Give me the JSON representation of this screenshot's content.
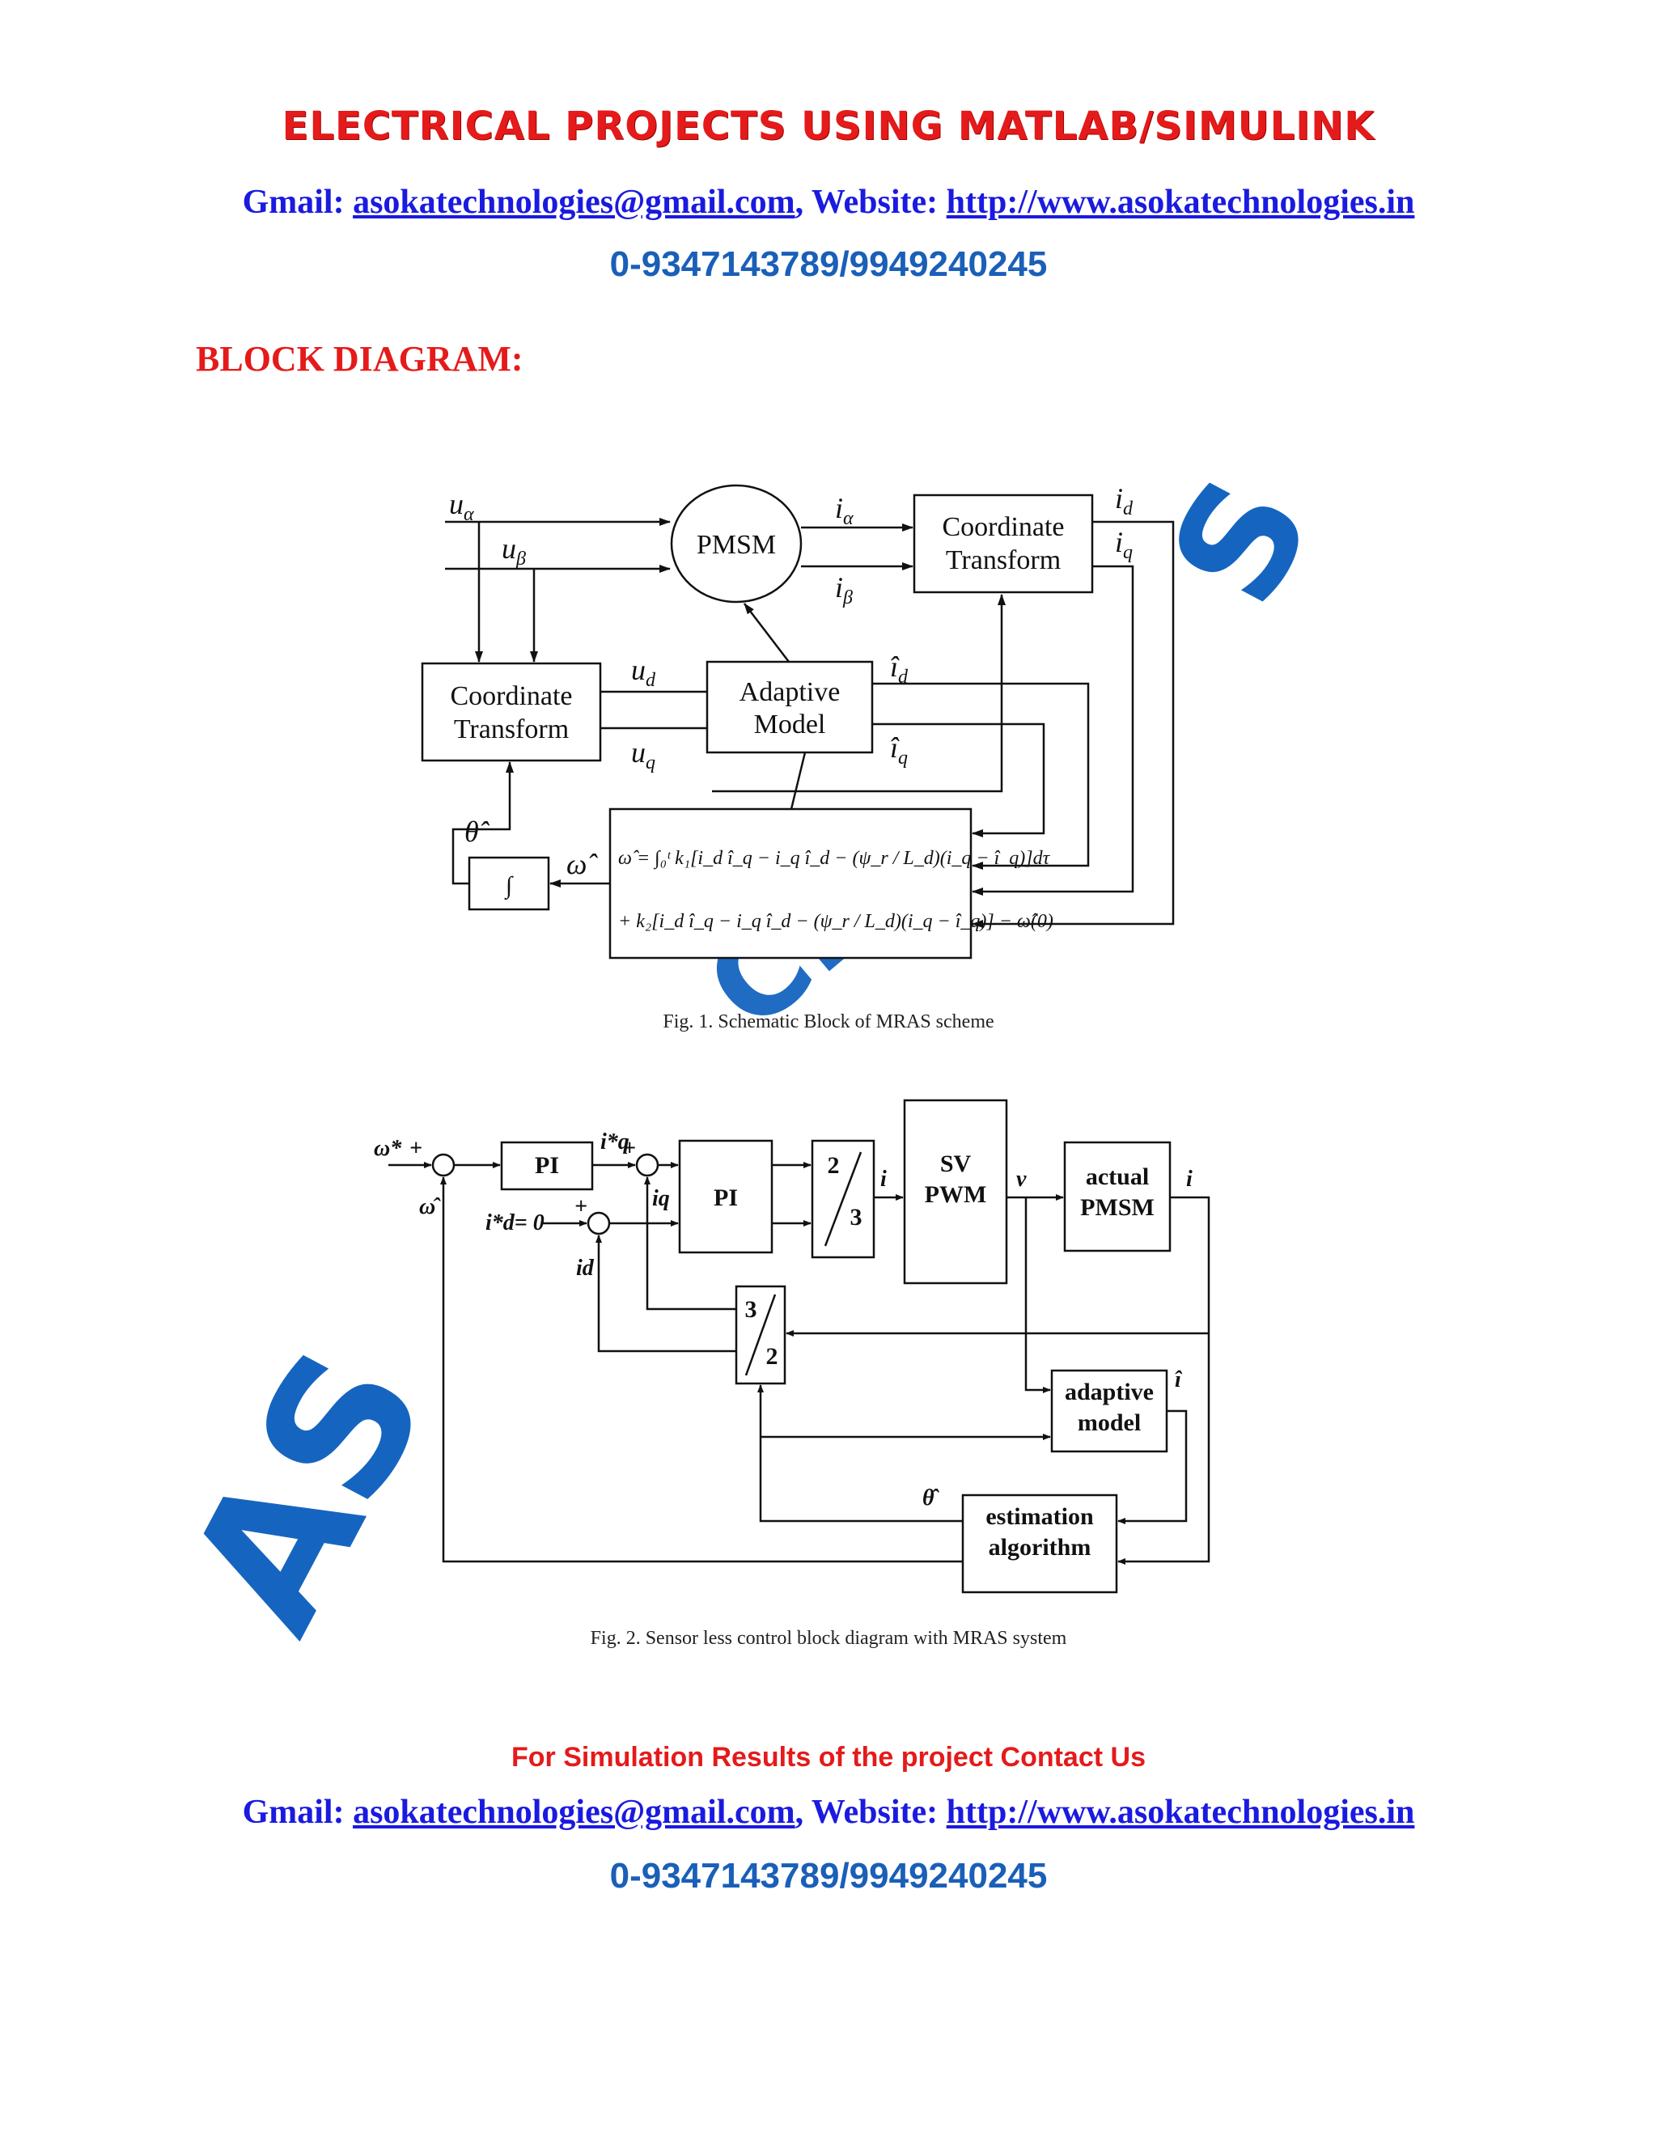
{
  "header": {
    "banner": "ELECTRICAL PROJECTS USING MATLAB/SIMULINK",
    "gmail_label": "Gmail:",
    "gmail": "asokatechnologies@gmail.com",
    "separator": ",",
    "website_label": "Website:",
    "website": "http://www.asokatechnologies.in",
    "phone": "0-9347143789/9949240245"
  },
  "section_heading": "BLOCK DIAGRAM:",
  "figure1": {
    "caption": "Fig. 1. Schematic Block of MRAS scheme",
    "blocks": {
      "pmsm": "PMSM",
      "coord_top_1": "Coordinate",
      "coord_top_2": "Transform",
      "coord_left_1": "Coordinate",
      "coord_left_2": "Transform",
      "adaptive_1": "Adaptive",
      "adaptive_2": "Model",
      "integrator": "∫"
    },
    "equation_line1": "ω̂ = ∫₀ᵗ k₁[i_d î_q − i_q î_d − (ψ_r / L_d)(i_q − î_q)]dτ",
    "equation_line2": "+ k₂[i_d î_q − i_q î_d − (ψ_r / L_d)(i_q − î_q)] − ω̂(0)"
  },
  "figure2": {
    "caption": "Fig. 2. Sensor less control block diagram with MRAS system",
    "blocks": {
      "pi1": "PI",
      "pi2": "PI",
      "two_thirds_top": "2",
      "two_thirds_bottom": "3",
      "sv1": "SV",
      "sv2": "PWM",
      "pmsm1": "actual",
      "pmsm2": "PMSM",
      "three_halves_top": "3",
      "three_halves_bottom": "2",
      "adaptive1": "adaptive",
      "adaptive2": "model",
      "est1": "estimation",
      "est2": "algorithm"
    }
  },
  "footer": {
    "cta": "For Simulation Results of the project Contact Us",
    "gmail_label": "Gmail:",
    "gmail": "asokatechnologies@gmail.com",
    "separator": ",",
    "website_label": "Website:",
    "website": "http://www.asokatechnologies.in",
    "phone": "0-9347143789/9949240245"
  },
  "watermark": {
    "fragment_right": "S",
    "fragment_mid": "CH",
    "fragment_left": "AS"
  },
  "colors": {
    "red": "#e51a1a",
    "blue": "#1a1ae0",
    "phone_blue": "#1a5fb8",
    "watermark_blue": "#1565c0"
  }
}
